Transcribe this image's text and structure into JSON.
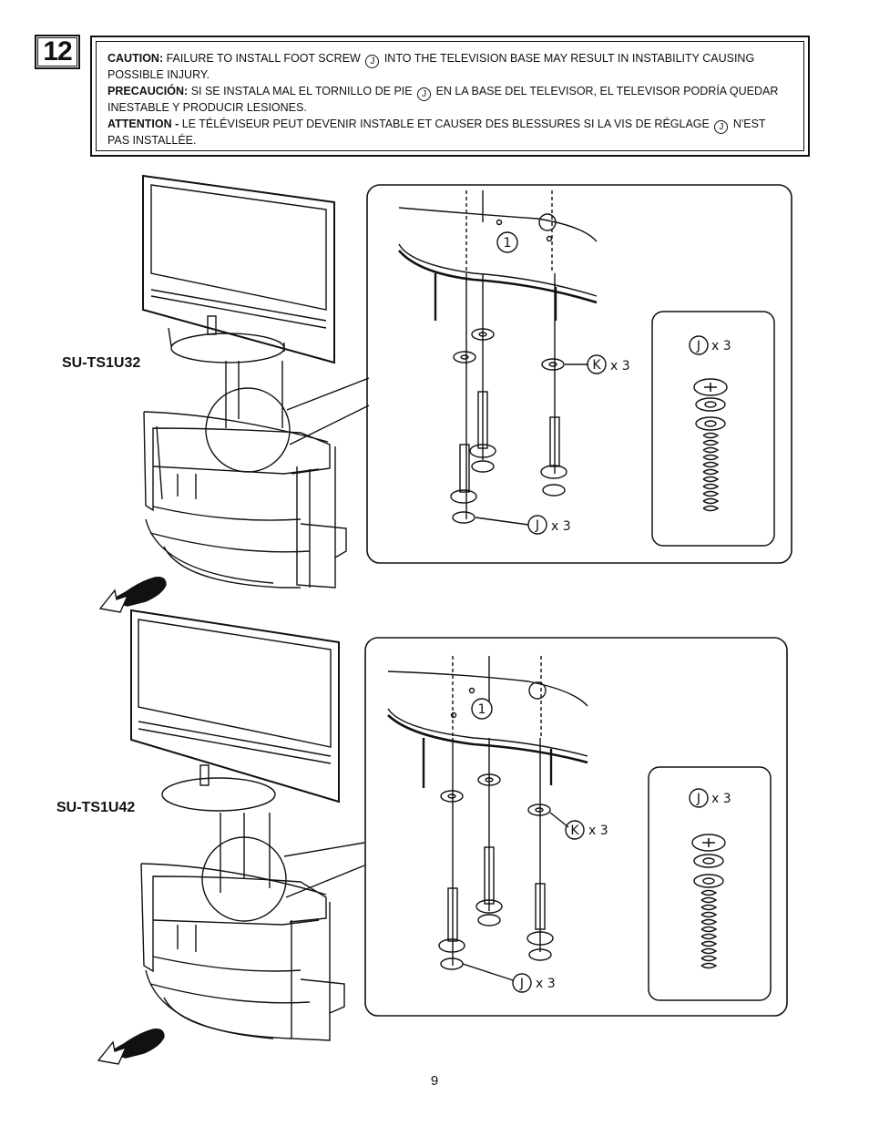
{
  "step": {
    "number": "12"
  },
  "caution": {
    "en_label": "CAUTION:",
    "en_text_a": "FAILURE TO INSTALL FOOT SCREW",
    "en_text_b": "INTO THE TELEVISION BASE MAY RESULT IN INSTABILITY CAUSING",
    "en_text_c": "POSSIBLE INJURY.",
    "es_label": "PRECAUCIÓN:",
    "es_text_a": "SI SE INSTALA MAL EL TORNILLO DE PIE",
    "es_text_b": "EN LA BASE DEL TELEVISOR, EL TELEVISOR PODRÍA QUEDAR",
    "es_text_c": "INESTABLE Y PRODUCIR LESIONES.",
    "fr_label": "ATTENTION -",
    "fr_text_a": "LE TÉLÉVISEUR PEUT DEVENIR INSTABLE ET CAUSER DES BLESSURES SI LA VIS DE RÉGLAGE",
    "fr_text_b": "N'EST",
    "fr_text_c": "PAS INSTALLÉE.",
    "part_letter": "J"
  },
  "diagram_top": {
    "model": "SU-TS1U32",
    "hole_label": "1",
    "washer_label": "K",
    "washer_qty": "x 3",
    "screw_label": "J",
    "screw_qty": "x 3",
    "inset_label": "J",
    "inset_qty": "x 3"
  },
  "diagram_bottom": {
    "model": "SU-TS1U42",
    "hole_label": "1",
    "washer_label": "K",
    "washer_qty": "x 3",
    "screw_label": "J",
    "screw_qty": "x 3",
    "inset_label": "J",
    "inset_qty": "x 3"
  },
  "page_number": "9"
}
